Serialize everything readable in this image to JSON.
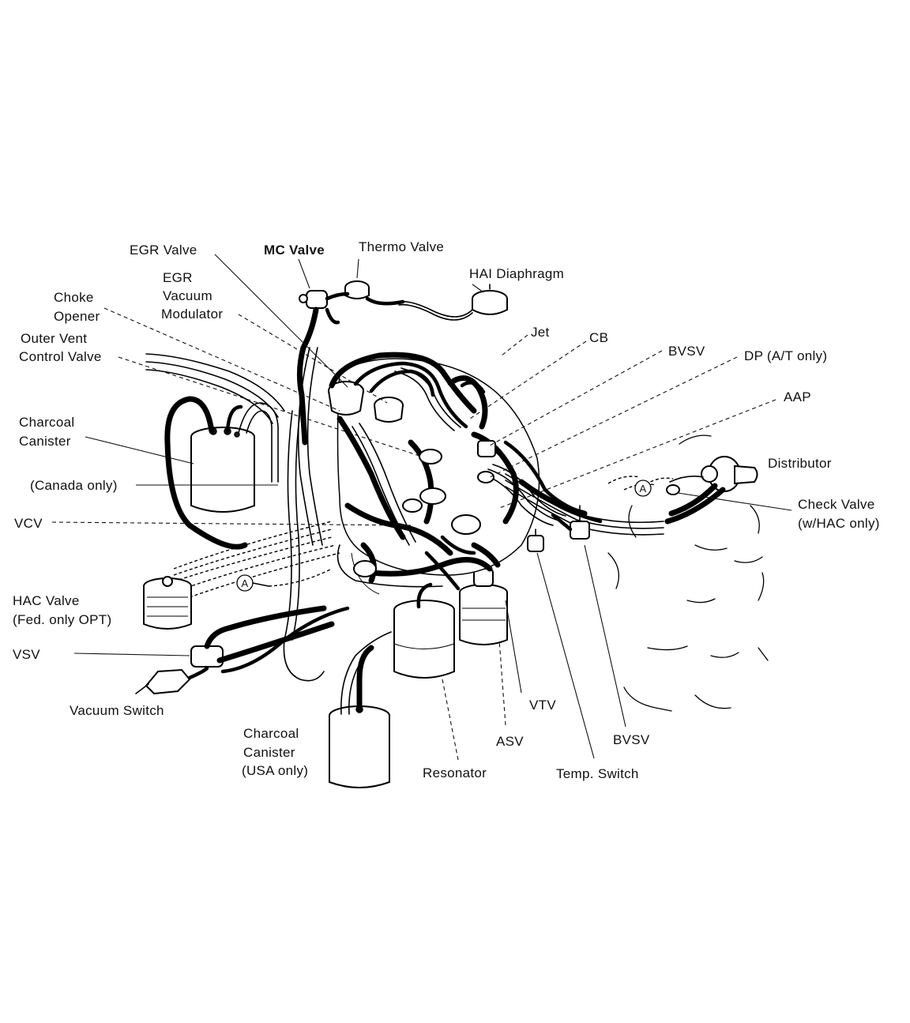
{
  "labels": {
    "egr_valve": "EGR Valve",
    "mc_valve": "MC Valve",
    "thermo_valve": "Thermo Valve",
    "hai_diaphragm": "HAI Diaphragm",
    "egr_vacuum_modulator_1": "EGR",
    "egr_vacuum_modulator_2": "Vacuum",
    "egr_vacuum_modulator_3": "Modulator",
    "choke_opener_1": "Choke",
    "choke_opener_2": "Opener",
    "outer_vent_1": "Outer Vent",
    "outer_vent_2": "Control Valve",
    "jet": "Jet",
    "cb": "CB",
    "bvsv_top": "BVSV",
    "dp": "DP (A/T only)",
    "aap": "AAP",
    "distributor": "Distributor",
    "charcoal_canister_1": "Charcoal",
    "charcoal_canister_2": "Canister",
    "canada_only": "(Canada only)",
    "vcv": "VCV",
    "check_valve_1": "Check Valve",
    "check_valve_2": "(w/HAC only)",
    "hac_valve_1": "HAC Valve",
    "hac_valve_2": "(Fed. only OPT)",
    "vsv": "VSV",
    "vacuum_switch": "Vacuum Switch",
    "charcoal_usa_1": "Charcoal",
    "charcoal_usa_2": "Canister",
    "charcoal_usa_3": "(USA only)",
    "vtv": "VTV",
    "asv": "ASV",
    "bvsv_bottom": "BVSV",
    "resonator": "Resonator",
    "temp_switch": "Temp. Switch"
  },
  "markers": {
    "marker_a_left": "A",
    "marker_a_right": "A"
  }
}
